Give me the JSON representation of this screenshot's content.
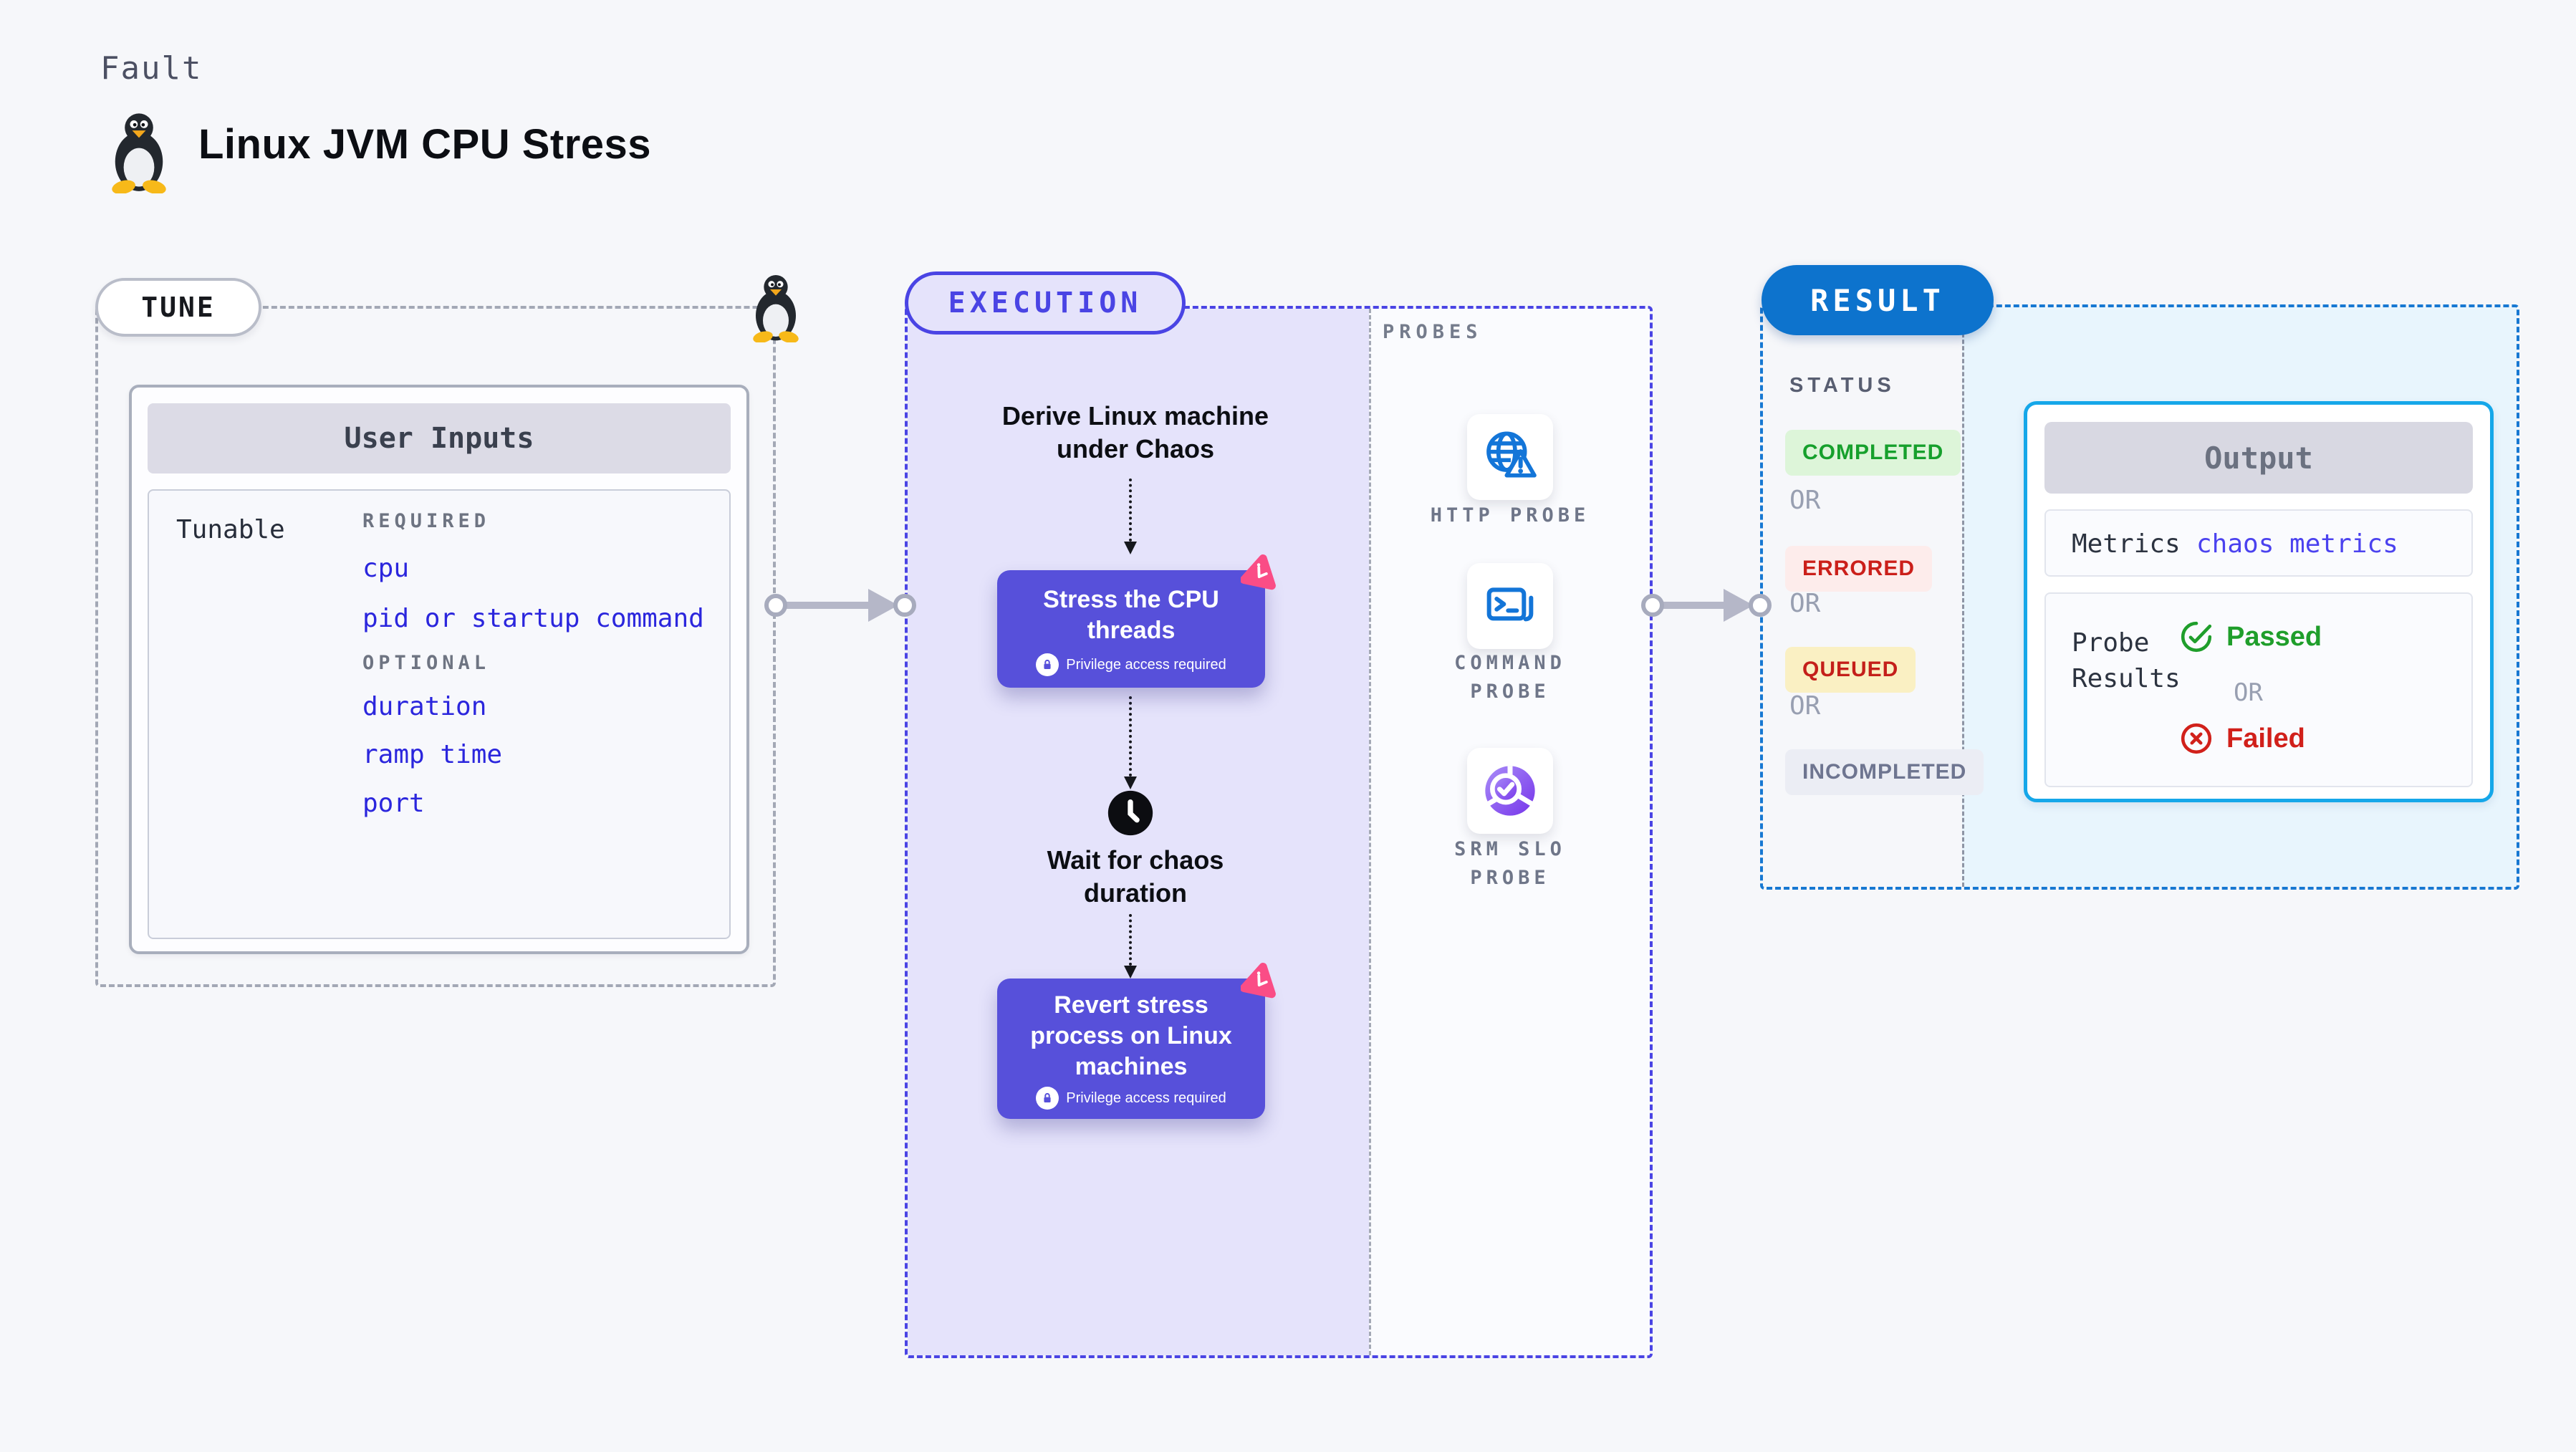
{
  "header": {
    "eyebrow": "Fault",
    "title": "Linux JVM CPU Stress"
  },
  "tune": {
    "badge": "TUNE",
    "user_inputs": {
      "title": "User Inputs",
      "row_label": "Tunable",
      "required_heading": "REQUIRED",
      "required_items": [
        "cpu",
        "pid or startup command"
      ],
      "optional_heading": "OPTIONAL",
      "optional_items": [
        "duration",
        "ramp time",
        "port"
      ]
    }
  },
  "execution": {
    "badge": "EXECUTION",
    "derive": {
      "line1": "Derive Linux machine",
      "line2": "under Chaos"
    },
    "stress": {
      "line1": "Stress the CPU",
      "line2": "threads",
      "note": "Privilege access required"
    },
    "wait": {
      "line1": "Wait for chaos",
      "line2": "duration"
    },
    "revert": {
      "line1": "Revert stress",
      "line2": "process on Linux",
      "line3": "machines",
      "note": "Privilege access required"
    }
  },
  "probes": {
    "heading": "PROBES",
    "items": [
      {
        "line1": "HTTP PROBE",
        "line2": ""
      },
      {
        "line1": "COMMAND",
        "line2": "PROBE"
      },
      {
        "line1": "SRM SLO",
        "line2": "PROBE"
      }
    ]
  },
  "result": {
    "badge": "RESULT",
    "status_heading": "STATUS",
    "or": "OR",
    "badges": [
      {
        "label": "COMPLETED",
        "fg": "#16a02c",
        "bg": "#ddf5d9"
      },
      {
        "label": "ERRORED",
        "fg": "#cb1f1a",
        "bg": "#fdeceb"
      },
      {
        "label": "QUEUED",
        "fg": "#c41f1a",
        "bg": "#faf0c3"
      },
      {
        "label": "INCOMPLETED",
        "fg": "#6e7590",
        "bg": "#ebedf4"
      }
    ],
    "output": {
      "title": "Output",
      "metrics_label": "Metrics",
      "metrics_value": "chaos metrics",
      "probe_label_line1": "Probe",
      "probe_label_line2": "Results",
      "passed": "Passed",
      "or": "OR",
      "failed": "Failed"
    }
  },
  "colors": {
    "accent_indigo": "#4a44e4",
    "node_indigo": "#5750da",
    "result_blue": "#0d73cd",
    "output_border": "#15a7e9",
    "probe_icon_blue": "#1375d8",
    "srm_purple": "#7634ea",
    "pink_logo": "#fa4d86",
    "passed_green": "#1f9e2b",
    "failed_red": "#d1201a",
    "tune_dash_gray": "#a3a8b5",
    "result_dash_blue": "#1778d2"
  }
}
